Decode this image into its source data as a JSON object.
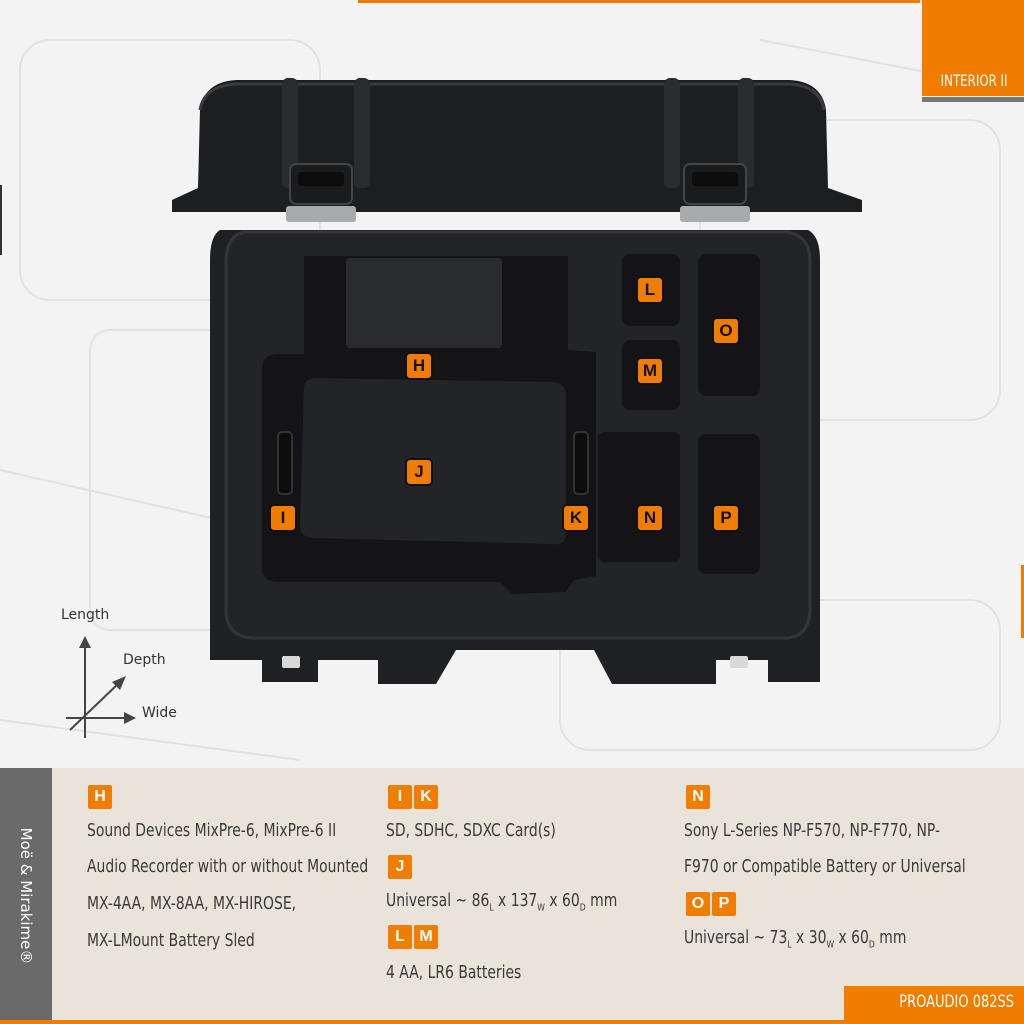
{
  "header": {
    "section_label": "INTERIOR II"
  },
  "case": {
    "markers": {
      "H": "H",
      "I": "I",
      "J": "J",
      "K": "K",
      "L": "L",
      "M": "M",
      "N": "N",
      "O": "O",
      "P": "P"
    }
  },
  "axis": {
    "length": "Length",
    "depth": "Depth",
    "wide": "Wide"
  },
  "panel": {
    "brand": "Moë & Mirakime®",
    "model": "PROAUDIO 082SS",
    "col1": {
      "badge_h": "H",
      "lines": [
        "Sound Devices MixPre-6, MixPre-6 II",
        "Audio Recorder with or without Mounted",
        "MX-4AA, MX-8AA, MX-HIROSE,",
        "MX-LMount Battery Sled"
      ]
    },
    "col2": {
      "badge_i": "I",
      "badge_k": "K",
      "ik_text": "SD, SDHC, SDXC Card(s)",
      "badge_j": "J",
      "j_prefix": "Universal ~ 86",
      "j_sub_l": "L",
      "j_mid1": " x 137",
      "j_sub_w": "W",
      "j_mid2": " x 60",
      "j_sub_d": "D",
      "j_suffix": " mm",
      "badge_l": "L",
      "badge_m": "M",
      "lm_text": "4 AA, LR6 Batteries"
    },
    "col3": {
      "badge_n": "N",
      "n_line1": "Sony L-Series NP-F570, NP-F770, NP-",
      "n_line2": "F970 or Compatible Battery or Universal",
      "badge_o": "O",
      "badge_p": "P",
      "op_prefix": "Universal  ~ 73",
      "op_sub_l": "L",
      "op_mid1": " x 30",
      "op_sub_w": "W",
      "op_mid2": " x 60",
      "op_sub_d": "D",
      "op_suffix": " mm"
    }
  }
}
